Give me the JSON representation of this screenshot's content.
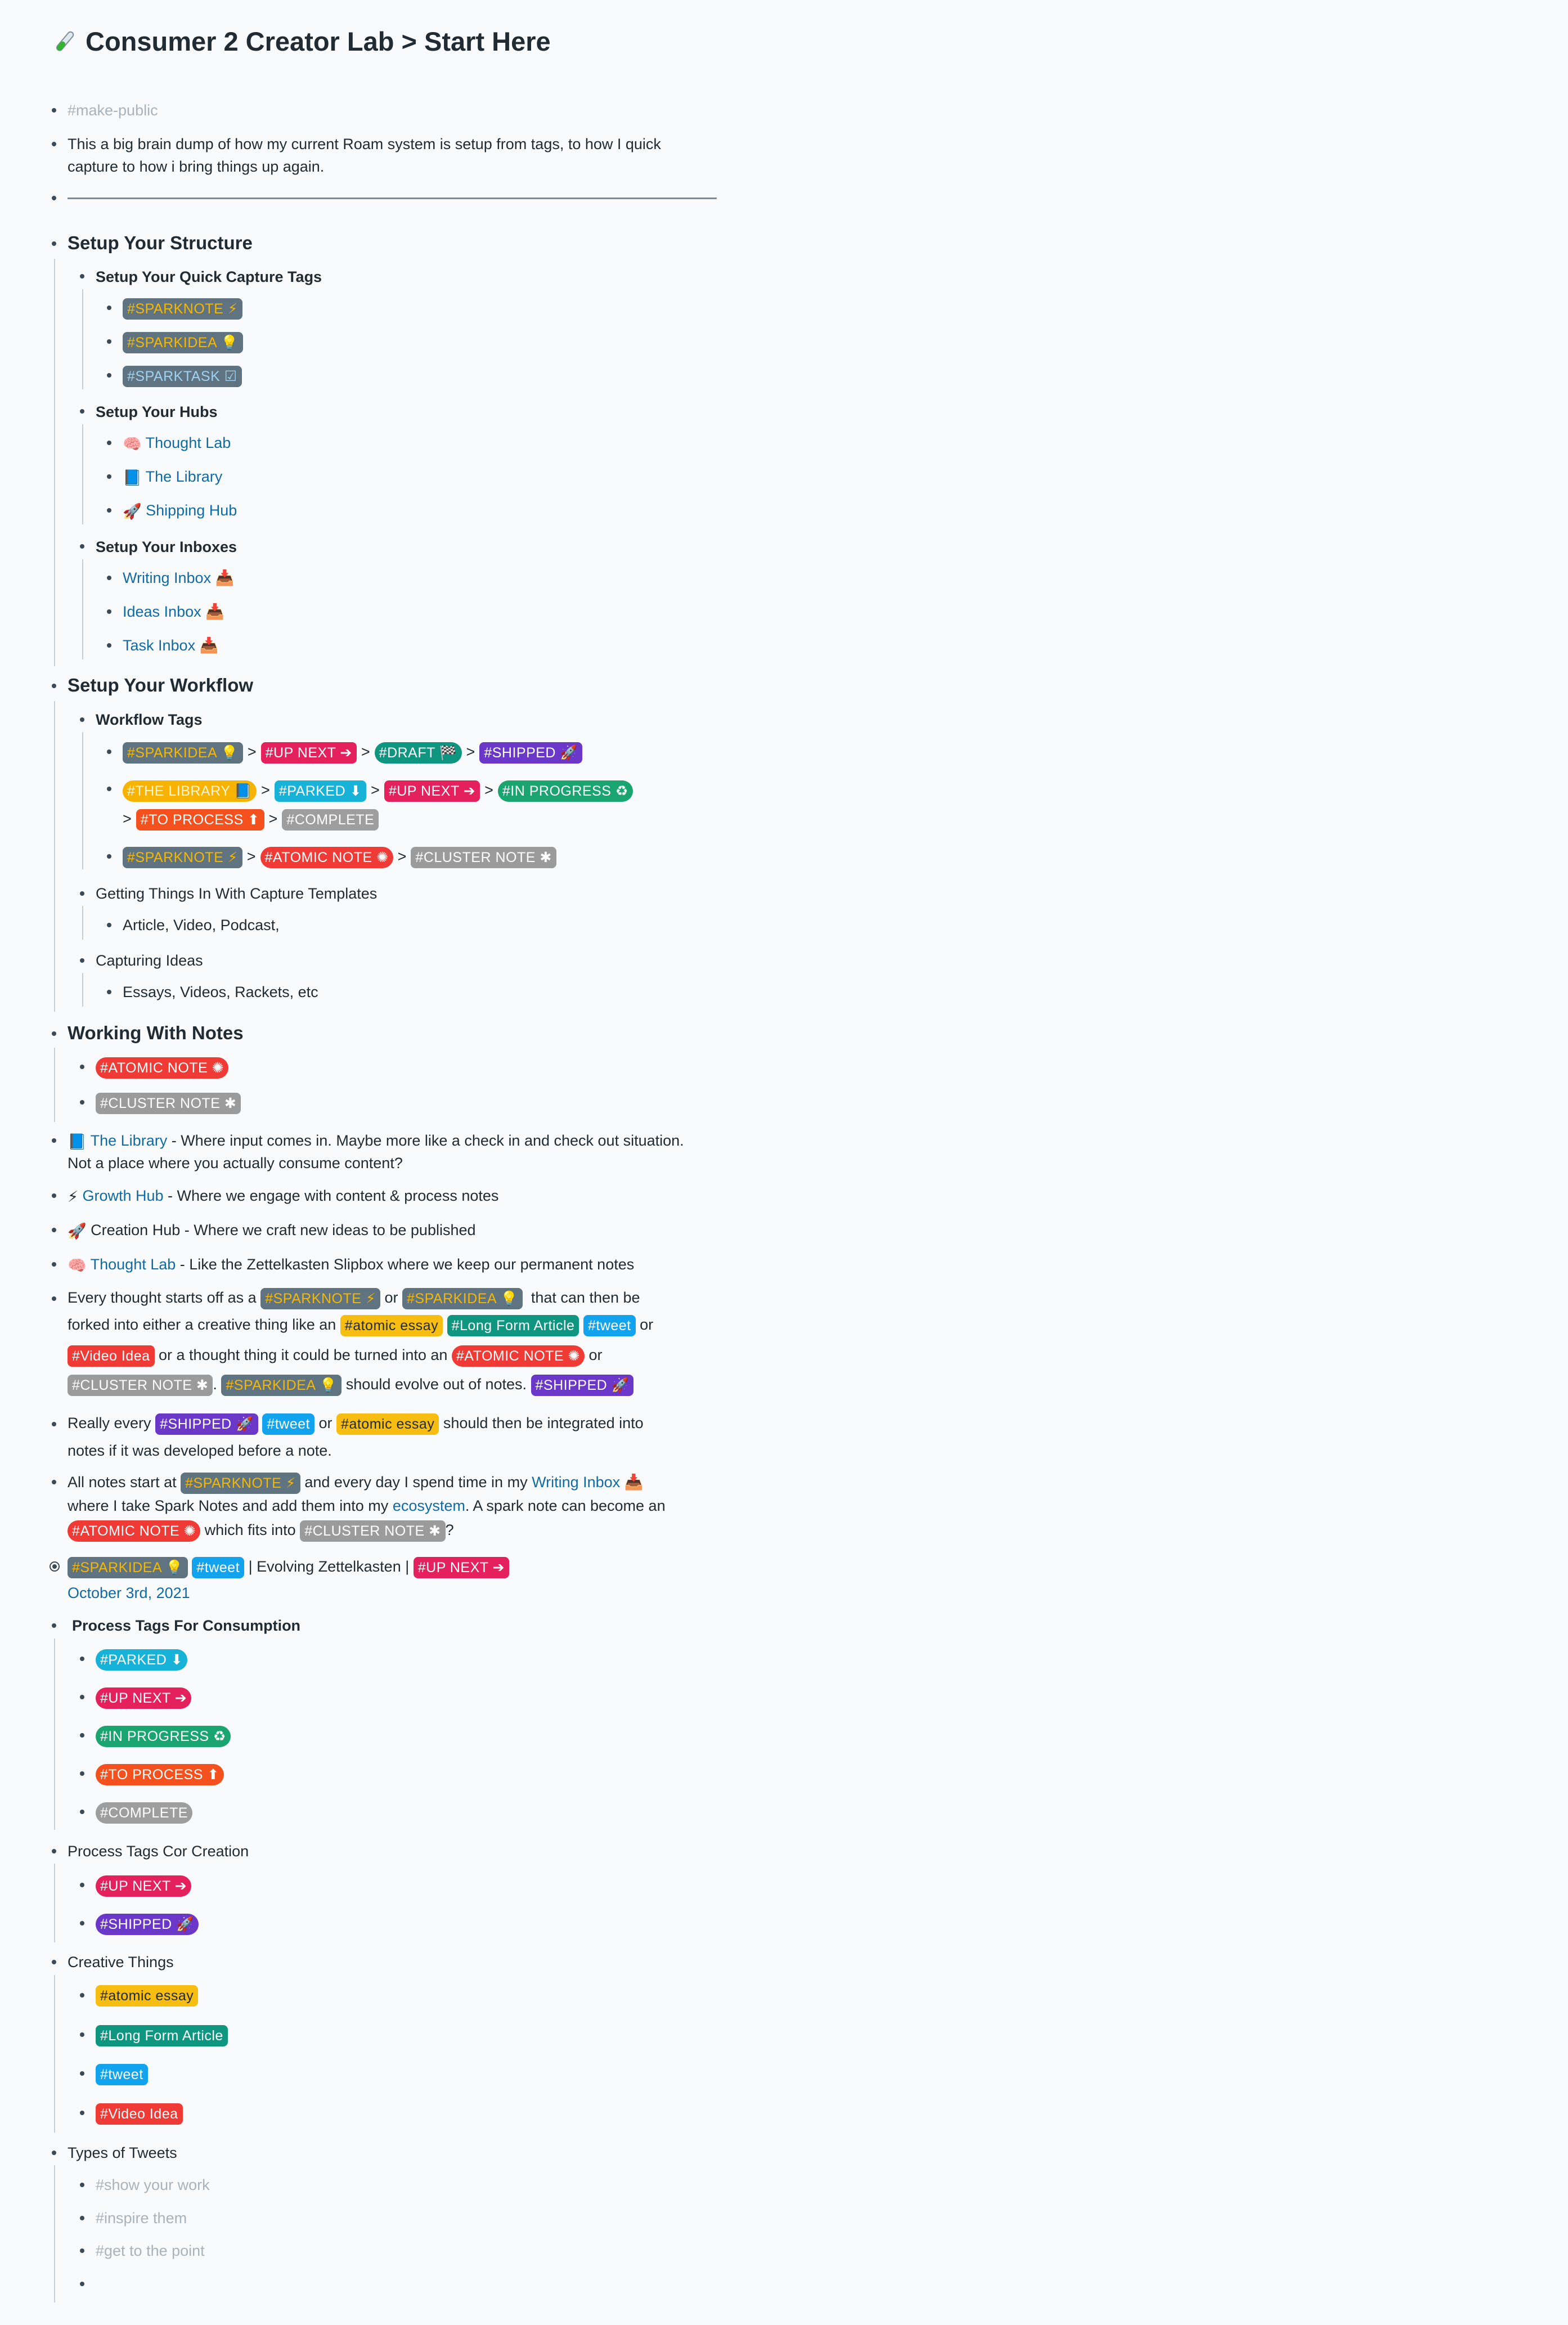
{
  "page": {
    "title": "Consumer 2 Creator Lab > Start Here",
    "title_icon": "test-tube-icon"
  },
  "intro": {
    "make_public": "#make-public",
    "brain_dump": "This a big brain dump of how my current Roam system is setup from tags, to how I quick",
    "brain_dump_2": "capture to how i bring things up again."
  },
  "tags": {
    "sparknote": "#SPARKNOTE ⚡",
    "sparkidea": "#SPARKIDEA 💡",
    "sparktask": "#SPARKTASK ☑",
    "up_next": "#UP NEXT ➔",
    "draft": "#DRAFT 🏁",
    "shipped": "#SHIPPED 🚀",
    "the_library": "#THE LIBRARY 📘",
    "parked": "#PARKED ⬇",
    "in_progress": "#IN PROGRESS ♻",
    "to_process": "#TO PROCESS ⬆",
    "complete": "#COMPLETE",
    "atomic_note": "#ATOMIC NOTE ✺",
    "cluster_note": "#CLUSTER NOTE ✱",
    "atomic_essay": "#atomic essay",
    "long_form": "#Long Form Article",
    "tweet": "#tweet",
    "video_idea": "#Video Idea"
  },
  "structure": {
    "heading": "Setup Your Structure",
    "quick_capture": "Setup Your Quick Capture Tags",
    "hubs": "Setup Your Hubs",
    "hub_items": [
      "Thought Lab",
      "The Library",
      "Shipping Hub"
    ],
    "inboxes": "Setup Your Inboxes",
    "inbox_items": [
      "Writing Inbox 📥",
      "Ideas Inbox 📥",
      "Task Inbox 📥"
    ]
  },
  "workflow": {
    "heading": "Setup Your Workflow",
    "tags_heading": "Workflow Tags",
    "arrow": ">",
    "capture_templates": "Getting Things In With Capture Templates",
    "capture_types": "Article, Video, Podcast,",
    "capturing_ideas": "Capturing Ideas",
    "idea_types": "Essays, Videos, Rackets, etc"
  },
  "notes": {
    "heading": "Working With Notes",
    "library_link": "The Library",
    "library_text": " - Where input comes in. Maybe more like a check in and check out situation.",
    "library_text_2": "Not a place where you actually consume content?",
    "growth_link": "Growth Hub",
    "growth_text": " - Where we engage with content & process notes",
    "creation_text": "Creation Hub - Where we craft new ideas to be published",
    "thought_link": "Thought Lab",
    "thought_text": " - Like the Zettelkasten Slipbox where we keep our permanent notes",
    "every_1": "Every thought starts off as a",
    "or": "or",
    "every_2": "that can then be",
    "every_3": "forked into either a creative thing like an",
    "every_4": "or a thought thing it could be turned into an",
    "every_5": "should evolve out of notes.",
    "really_1": "Really every",
    "really_2": "should then be integrated into",
    "really_3": "notes if it was developed before a note.",
    "all_1": "All notes start at",
    "all_2": "and every day I spend time in my",
    "writing_inbox": "Writing Inbox 📥",
    "all_3": "where I take Spark Notes and add them into my",
    "ecosystem": "ecosystem",
    "all_4": ". A spark note can become an",
    "all_5": "which fits into",
    "evolving": "| Evolving Zettelkasten |",
    "date": "October 3rd, 2021"
  },
  "process": {
    "consumption": "Process Tags For Consumption",
    "creation": "Process Tags Cor Creation",
    "creative": "Creative Things",
    "tweets": "Types of Tweets",
    "tweet_types": [
      "#show your work",
      "#inspire them",
      "#get to the point"
    ]
  },
  "colors": {
    "link": "#106ba3",
    "up_next": "#e4215d",
    "shipped": "#6a37c8",
    "draft": "#0e9680",
    "parked": "#17b2d8",
    "atomic_note": "#ef3a36"
  }
}
